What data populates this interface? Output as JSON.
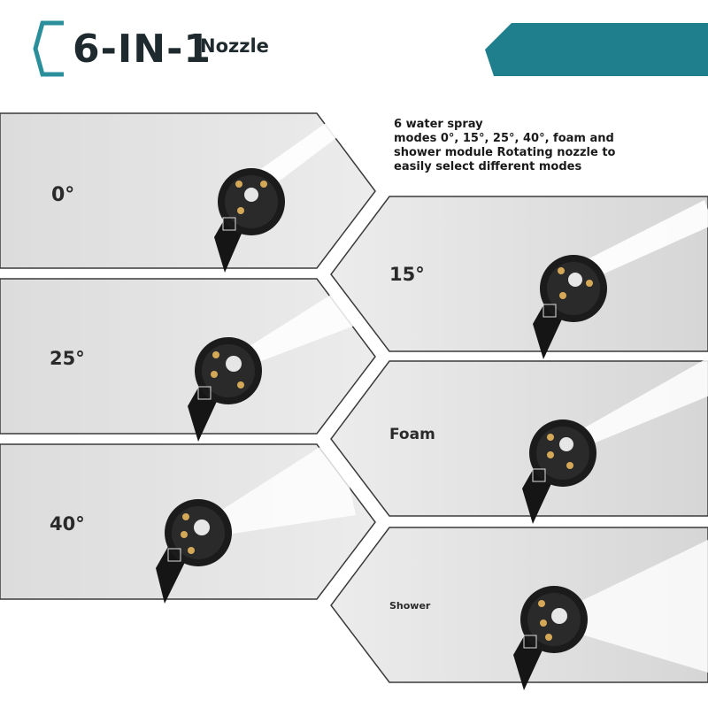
{
  "header": {
    "title": "6-IN-1",
    "subtitle": "Nozzle",
    "accent_color": "#1f7f8c"
  },
  "description": {
    "lines": [
      "6 water spray",
      "modes 0°, 15°, 25°, 40°, foam and",
      "shower module Rotating nozzle to",
      "easily select different modes"
    ]
  },
  "modes": [
    {
      "label": "0°",
      "icon": "spray-nozzle-icon"
    },
    {
      "label": "15°",
      "icon": "spray-nozzle-icon"
    },
    {
      "label": "25°",
      "icon": "spray-nozzle-icon"
    },
    {
      "label": "Foam",
      "icon": "spray-nozzle-icon"
    },
    {
      "label": "40°",
      "icon": "spray-nozzle-icon"
    },
    {
      "label": "Shower",
      "icon": "spray-nozzle-icon"
    }
  ]
}
